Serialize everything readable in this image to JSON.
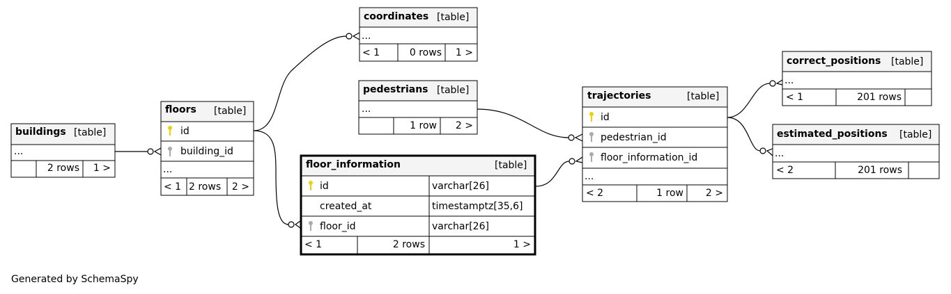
{
  "footer": "Generated by SchemaSpy",
  "tables": {
    "buildings": {
      "name": "buildings",
      "tag": "[table]",
      "more": "...",
      "count": "2 rows",
      "children": "1 >"
    },
    "floors": {
      "name": "floors",
      "tag": "[table]",
      "col_id": "id",
      "col_building_id": "building_id",
      "more": "...",
      "parents": "< 1",
      "count": "2 rows",
      "children": "2 >"
    },
    "coordinates": {
      "name": "coordinates",
      "tag": "[table]",
      "more": "...",
      "parents": "< 1",
      "count": "0 rows",
      "children": "1 >"
    },
    "pedestrians": {
      "name": "pedestrians",
      "tag": "[table]",
      "more": "...",
      "count": "1 row",
      "children": "2 >"
    },
    "floor_information": {
      "name": "floor_information",
      "tag": "[table]",
      "columns": [
        {
          "name": "id",
          "type": "varchar[26]"
        },
        {
          "name": "created_at",
          "type": "timestamptz[35,6]"
        },
        {
          "name": "floor_id",
          "type": "varchar[26]"
        }
      ],
      "parents": "< 1",
      "count": "2 rows",
      "children": "1 >"
    },
    "trajectories": {
      "name": "trajectories",
      "tag": "[table]",
      "col_id": "id",
      "col_pedestrian_id": "pedestrian_id",
      "col_floor_information_id": "floor_information_id",
      "more": "...",
      "parents": "< 2",
      "count": "1 row",
      "children": "2 >"
    },
    "correct_positions": {
      "name": "correct_positions",
      "tag": "[table]",
      "more": "...",
      "parents": "< 1",
      "count": "201 rows"
    },
    "estimated_positions": {
      "name": "estimated_positions",
      "tag": "[table]",
      "more": "...",
      "parents": "< 2",
      "count": "201 rows"
    }
  },
  "colors": {
    "header_bg": "#f4f4f4",
    "pk_key": "#e8d400",
    "fk_key": "#aaaaaa",
    "line": "#000000"
  }
}
